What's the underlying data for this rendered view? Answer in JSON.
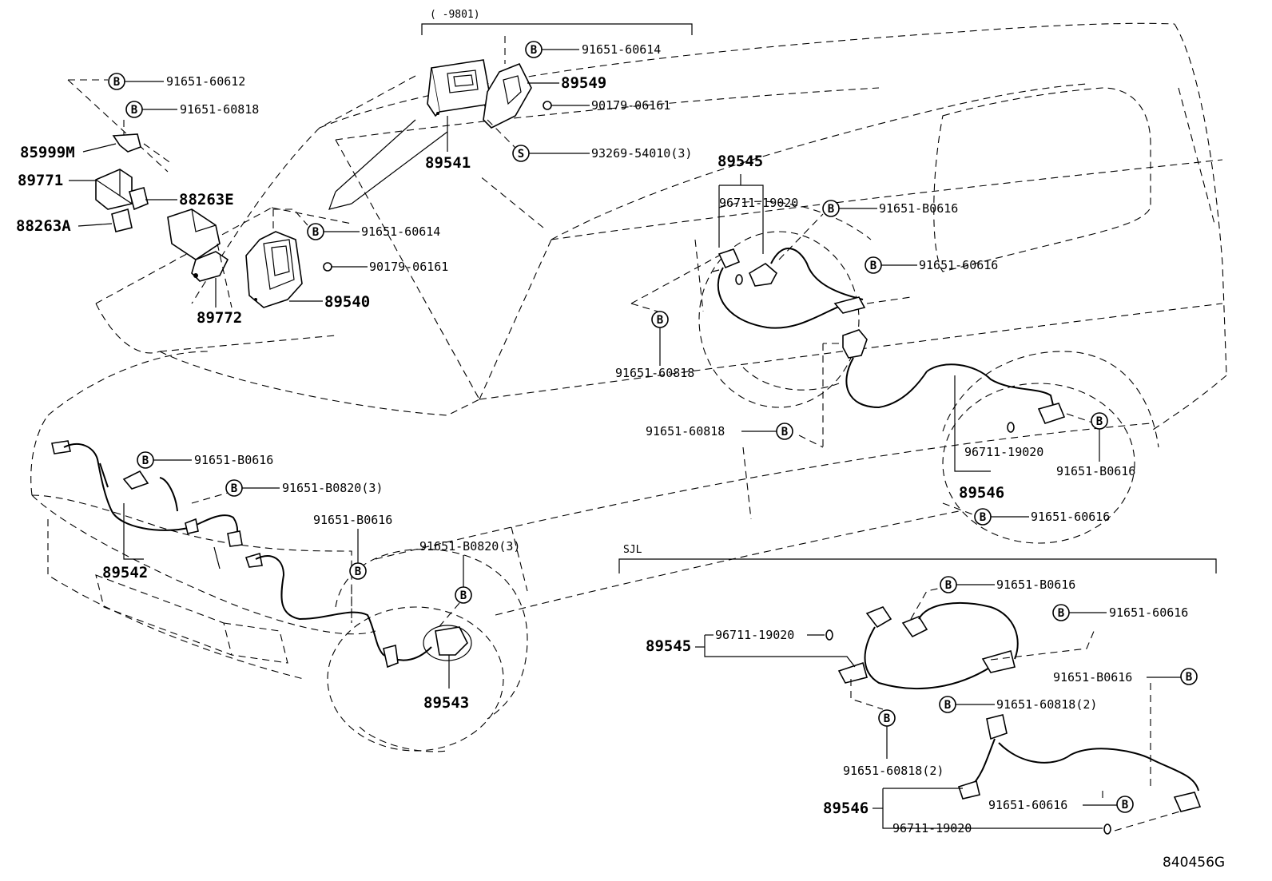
{
  "labels": {
    "model_range": "( -9801)",
    "variant": "SJL",
    "figure_code": "840456G",
    "symbol_bolt": "B",
    "symbol_screw": "S",
    "p_91651_60614_top": "91651-60614",
    "p_89549": "89549",
    "p_90179_06161_top": "90179-06161",
    "p_93269_54010": "93269-54010(3)",
    "p_89541": "89541",
    "p_91651_60612": "91651-60612",
    "p_91651_60818_a": "91651-60818",
    "p_85999m": "85999M",
    "p_89771": "89771",
    "p_88263e": "88263E",
    "p_88263a": "88263A",
    "p_91651_60614_mid": "91651-60614",
    "p_90179_06161_mid": "90179-06161",
    "p_89540": "89540",
    "p_89772": "89772",
    "p_89545_top": "89545",
    "p_96711_19020_a": "96711-19020",
    "p_91651_b0616_a": "91651-B0616",
    "p_91651_60616_a": "91651-60616",
    "p_91651_60818_b": "91651-60818",
    "p_91651_60818_c": "91651-60818",
    "p_96711_19020_b": "96711-19020",
    "p_91651_b0616_b": "91651-B0616",
    "p_89546_top": "89546",
    "p_91651_60616_b": "91651-60616",
    "p_91651_b0616_c": "91651-B0616",
    "p_91651_b0820_a": "91651-B0820(3)",
    "p_91651_b0616_d": "91651-B0616",
    "p_91651_b0820_b": "91651-B0820(3)",
    "p_89542": "89542",
    "p_89543": "89543",
    "p_91651_b0616_e": "91651-B0616",
    "p_91651_60616_c": "91651-60616",
    "p_89545_sjl": "89545",
    "p_96711_19020_c": "96711-19020",
    "p_91651_b0616_f": "91651-B0616",
    "p_91651_60818_d": "91651-60818(2)",
    "p_91651_60818_e": "91651-60818(2)",
    "p_89546_sjl": "89546",
    "p_91651_60616_d": "91651-60616",
    "p_96711_19020_d": "96711-19020"
  }
}
